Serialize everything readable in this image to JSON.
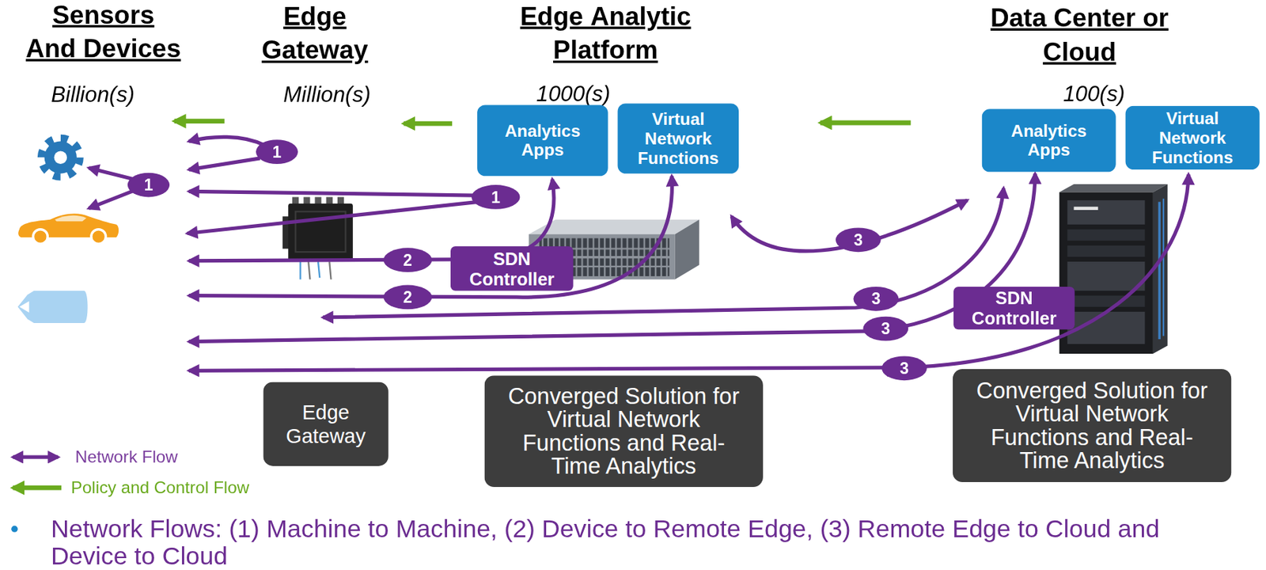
{
  "diagram": {
    "caption": "Network Flows: (1) Machine to Machine, (2) Device to Remote Edge, (3) Remote Edge to Cloud and Device to Cloud",
    "nodes": [
      {
        "text": [
          "Analytics Apps"
        ]
      },
      {
        "text": [
          "Virtual Network Functions"
        ]
      },
      {
        "text": [
          "Analytics Apps"
        ]
      },
      {
        "text": [
          "Virtual Network Functions"
        ]
      },
      {
        "text": [
          "SDN Controller"
        ]
      },
      {
        "text": [
          "SDN Controller"
        ]
      },
      {
        "text": [
          "Edge Gateway"
        ]
      },
      {
        "text": [
          "Converged Solution for Virtual Network Functions and Real-Time Analytics"
        ]
      },
      {
        "text": [
          "Converged Solution for Virtual Network Functions and Real-Time Analytics"
        ]
      }
    ],
    "labels": [
      "Sensors And Devices",
      "Edge Gateway",
      "Edge Analytic Platform",
      "Data Center or Cloud",
      "Billion(s)",
      "Million(s)",
      "1000(s)",
      "100(s)",
      "1",
      "1",
      "1",
      "3",
      "2",
      "2",
      "3",
      "3",
      "3"
    ],
    "legend": [
      {
        "text": "Network Flow"
      },
      {
        "text": "Policy and Control Flow"
      }
    ]
  }
}
